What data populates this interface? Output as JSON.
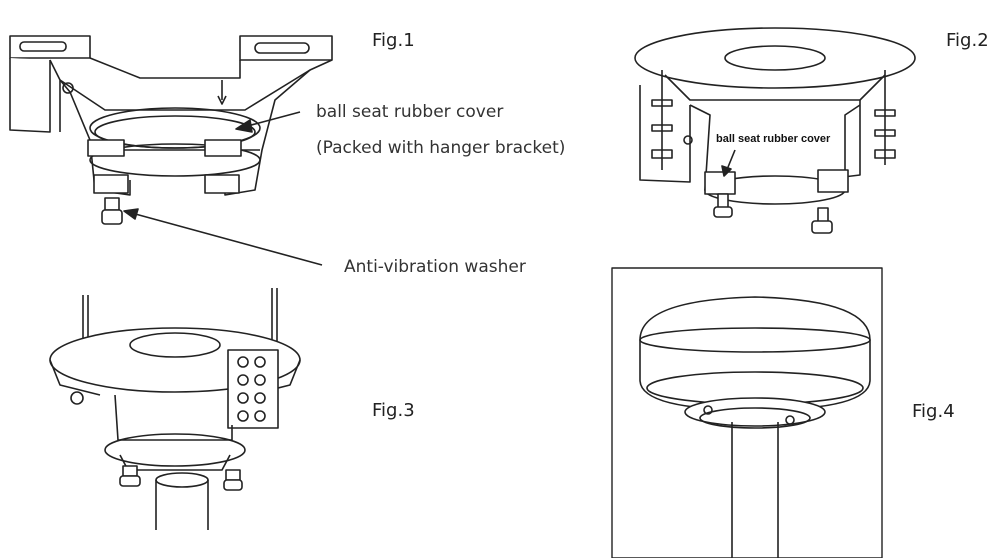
{
  "fig1": {
    "label": "Fig.1"
  },
  "fig2": {
    "label": "Fig.2",
    "inner_label": "ball seat rubber cover"
  },
  "fig3": {
    "label": "Fig.3"
  },
  "fig4": {
    "label": "Fig.4"
  },
  "callouts": {
    "rubber_cover": "ball seat rubber cover",
    "packed_note": "(Packed with hanger bracket)",
    "washer": "Anti-vibration washer"
  },
  "colors": {
    "line": "#222222",
    "fill": "#ffffff",
    "shade": "#e6e6e6"
  }
}
